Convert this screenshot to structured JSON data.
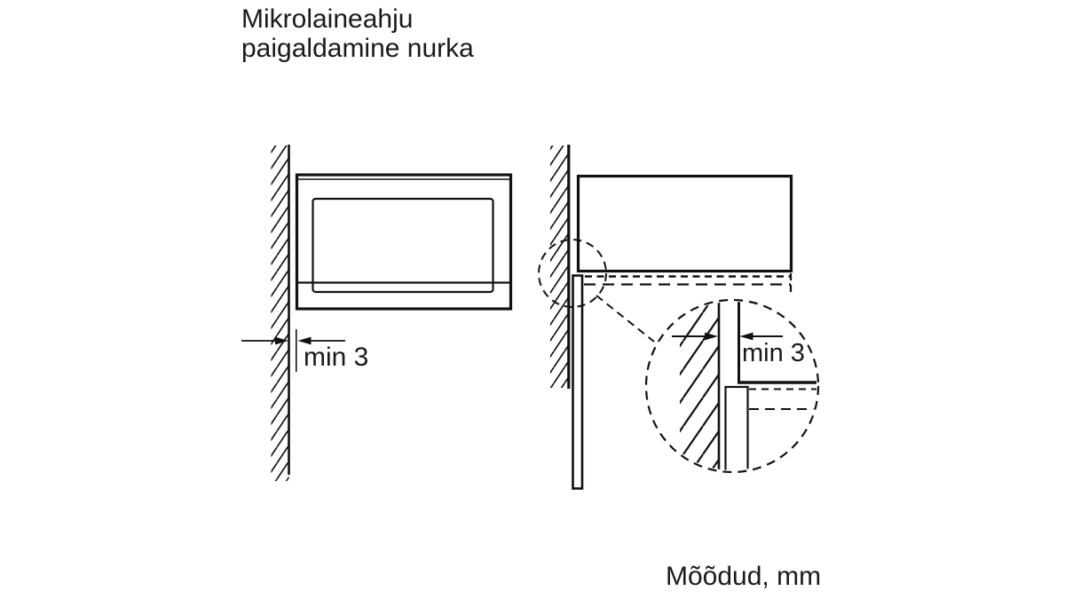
{
  "page": {
    "title_line1": "Mikrolaineahju",
    "title_line2": "paigaldamine nurka",
    "units_note": "Mõõdud, mm"
  },
  "dimensions": {
    "left_gap_label": "min 3",
    "detail_gap_label": "min 3",
    "min_gap_value_mm": 3
  },
  "colors": {
    "line": "#111111",
    "text": "#1a1a1a",
    "background": "#ffffff"
  }
}
